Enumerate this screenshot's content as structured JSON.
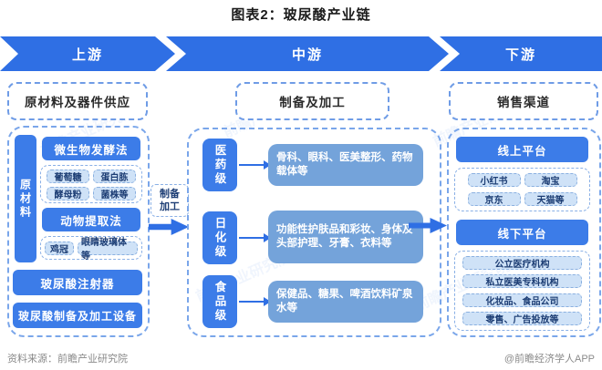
{
  "title": "图表2：玻尿酸产业链",
  "banner": {
    "segments": [
      "上游",
      "中游",
      "下游"
    ]
  },
  "upstream": {
    "header": "原材料及器件供应",
    "raw_material_label": "原材料",
    "fermentation": {
      "title": "微生物发酵法",
      "items": [
        "葡萄糖",
        "蛋白胨",
        "酵母粉",
        "菌株等"
      ]
    },
    "animal": {
      "title": "动物提取法",
      "items": [
        "鸡冠",
        "眼睛玻璃体等"
      ]
    },
    "injector": "玻尿酸注射器",
    "equipment": "玻尿酸制备及加工设备"
  },
  "midstream": {
    "header": "制备及加工",
    "connector": [
      "制备",
      "加工"
    ],
    "grades": [
      {
        "label": "医药级",
        "applications": "骨科、眼科、医美整形、药物载体等"
      },
      {
        "label": "日化级",
        "applications": "功能性护肤品和彩妆、身体及头部护理、牙膏、衣料等"
      },
      {
        "label": "食品级",
        "applications": "保健品、糖果、啤酒饮料矿泉水等"
      }
    ]
  },
  "downstream": {
    "header": "销售渠道",
    "online": {
      "title": "线上平台",
      "items": [
        "小红书",
        "淘宝",
        "京东",
        "天猫等"
      ]
    },
    "offline": {
      "title": "线下平台",
      "items": [
        "公立医疗机构",
        "私立医美专科机构",
        "化妆品、食品公司",
        "零售、广告投放等"
      ]
    }
  },
  "footer": {
    "source": "资料来源：前瞻产业研究院",
    "credit": "@前瞻经济学人APP"
  },
  "watermark": "前瞻产业研究院",
  "colors": {
    "banner_blue": "#2f6fe4",
    "solid_blue": "#3c7ce8",
    "muted_blue": "#74a3da",
    "chip_blue": "#cfe2f7",
    "dashed_border": "#7aa6ea",
    "chip_text": "#1c3d74",
    "footer_gray": "#8a8a8a"
  }
}
